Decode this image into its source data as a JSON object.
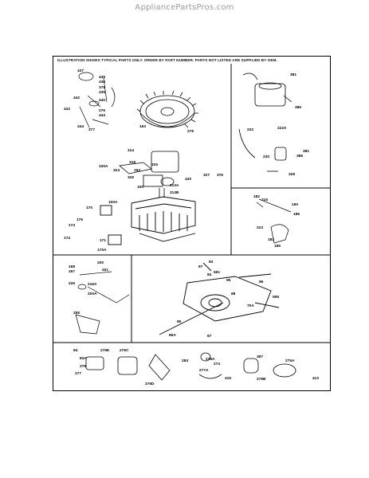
{
  "site": {
    "watermark": "AppliancePartsPros.com"
  },
  "sheet": {
    "header": "ILLUSTRATION SHOWS TYPICAL PARTS ONLY. ORDER BY PART NUMBER. PARTS NOT LISTED ARE SUPPLIED BY OEM."
  },
  "callouts": [
    "437",
    "445",
    "436",
    "378",
    "435",
    "442",
    "440",
    "443",
    "444",
    "276",
    "444",
    "377",
    "163",
    "276",
    "314",
    "318",
    "325",
    "100A",
    "324",
    "163",
    "329",
    "213A",
    "430",
    "327",
    "376",
    "313B",
    "100",
    "100A",
    "170",
    "176",
    "174",
    "171",
    "174",
    "170A",
    "381",
    "386",
    "222",
    "222A",
    "230",
    "381",
    "386",
    "328",
    "182",
    "216",
    "190",
    "186",
    "223",
    "182",
    "185",
    "200",
    "168",
    "167",
    "201",
    "226",
    "216A",
    "200A",
    "255",
    "83",
    "87",
    "84",
    "561",
    "95",
    "86",
    "559",
    "88",
    "70A",
    "85",
    "85A",
    "87",
    "84",
    "84A",
    "276",
    "277",
    "276E",
    "276C",
    "276D",
    "284",
    "276A",
    "274",
    "277A",
    "415",
    "387",
    "276B",
    "275A",
    "413"
  ]
}
